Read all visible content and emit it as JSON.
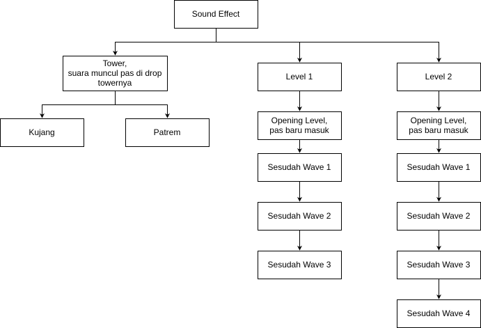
{
  "diagram": {
    "nodes": {
      "root": [
        "Sound Effect"
      ],
      "tower": [
        "Tower,",
        "suara muncul pas di drop",
        "towernya"
      ],
      "kujang": [
        "Kujang"
      ],
      "patrem": [
        "Patrem"
      ],
      "level1": [
        "Level 1"
      ],
      "level2": [
        "Level 2"
      ],
      "l1_opening": [
        "Opening Level,",
        "pas baru masuk"
      ],
      "l1_wave1": [
        "Sesudah Wave 1"
      ],
      "l1_wave2": [
        "Sesudah Wave 2"
      ],
      "l1_wave3": [
        "Sesudah Wave 3"
      ],
      "l2_opening": [
        "Opening Level,",
        "pas baru masuk"
      ],
      "l2_wave1": [
        "Sesudah Wave 1"
      ],
      "l2_wave2": [
        "Sesudah Wave 2"
      ],
      "l2_wave3": [
        "Sesudah Wave 3"
      ],
      "l2_wave4": [
        "Sesudah Wave 4"
      ]
    },
    "edges": [
      [
        "root",
        "tower"
      ],
      [
        "root",
        "level1"
      ],
      [
        "root",
        "level2"
      ],
      [
        "tower",
        "kujang"
      ],
      [
        "tower",
        "patrem"
      ],
      [
        "level1",
        "l1_opening"
      ],
      [
        "l1_opening",
        "l1_wave1"
      ],
      [
        "l1_wave1",
        "l1_wave2"
      ],
      [
        "l1_wave2",
        "l1_wave3"
      ],
      [
        "level2",
        "l2_opening"
      ],
      [
        "l2_opening",
        "l2_wave1"
      ],
      [
        "l2_wave1",
        "l2_wave2"
      ],
      [
        "l2_wave2",
        "l2_wave3"
      ],
      [
        "l2_wave3",
        "l2_wave4"
      ]
    ],
    "colors": {
      "stroke": "#000000",
      "fill": "#ffffff",
      "text": "#000000"
    }
  }
}
